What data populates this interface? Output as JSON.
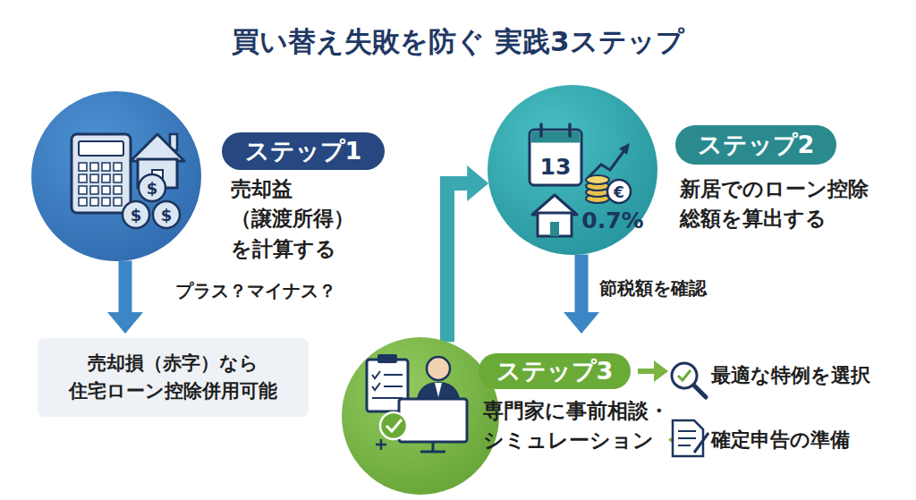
{
  "diagram": {
    "title": "買い替え失敗を防ぐ 実践3ステップ",
    "nodes": [
      {
        "text": [
          "ステップ1",
          "売却益（譲渡所得） を計算する"
        ]
      },
      {
        "text": [
          "売却損（赤字）なら 住宅ローン控除併用可能"
        ]
      },
      {
        "text": [
          "ステップ2",
          "新居でのローン控除 総額を算出する"
        ]
      },
      {
        "text": [
          "ステップ3",
          "専門家に事前相談・ シミュレーション"
        ]
      },
      {
        "text": [
          "最適な特例を選択"
        ]
      },
      {
        "text": [
          "確定申告の準備"
        ]
      }
    ],
    "edges": [
      {
        "from": 0,
        "to": 1,
        "label": "プラス？マイナス？",
        "arrow": "to"
      },
      {
        "from": 3,
        "to": 2,
        "arrow": "to"
      },
      {
        "from": 2,
        "to": 3,
        "label": "節税額を確認",
        "arrow": "to"
      },
      {
        "from": 3,
        "to": 4,
        "arrow": "to"
      },
      {
        "from": 3,
        "to": 5,
        "arrow": "to"
      }
    ],
    "labels": [
      "$",
      "$",
      "$",
      "13",
      "€",
      "0.7%"
    ]
  }
}
